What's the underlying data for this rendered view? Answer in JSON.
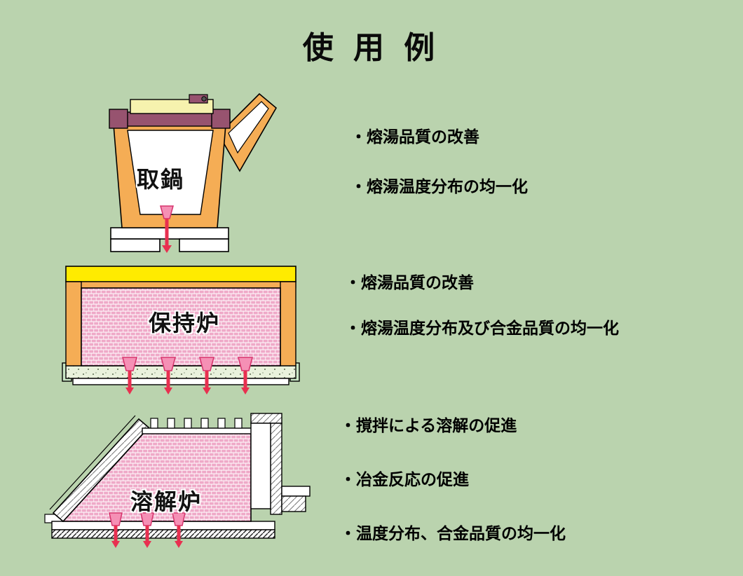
{
  "page": {
    "title": "使 用 例"
  },
  "sections": [
    {
      "id": "ladle",
      "label": "取鍋",
      "bullets": [
        "・熔湯品質の改善",
        "・熔湯温度分布の均一化"
      ]
    },
    {
      "id": "holding-furnace",
      "label": "保持炉",
      "bullets": [
        "・熔湯品質の改善",
        "・熔湯温度分布及び合金品質の均一化"
      ]
    },
    {
      "id": "melting-furnace",
      "label": "溶解炉",
      "bullets": [
        "・撹拌による溶解の促進",
        "・冶金反応の促進",
        "・温度分布、合金品質の均一化"
      ]
    }
  ],
  "colors": {
    "background": "#bad3ae",
    "shell_orange": "#f5ad55",
    "brick_pink": "#efa9c8",
    "plug_pink": "#f590b5",
    "gas_red": "#e83050",
    "lid_pale_yellow": "#f6f2ae",
    "furnace_top_yellow": "#ffeb00",
    "rim_maroon": "#97536f",
    "base_green": "#c9e7c5"
  }
}
